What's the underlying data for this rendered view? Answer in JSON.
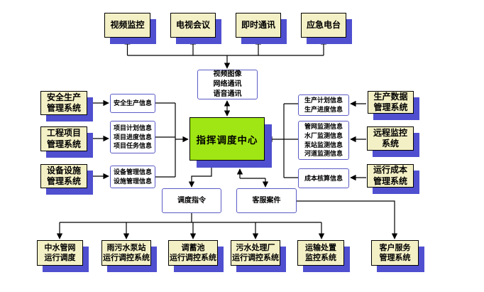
{
  "colors": {
    "box_fill": "#f4f0c6",
    "shadow": "#4f4fd0",
    "center_fill": "#a0e614",
    "info_border": "#5b5bc6",
    "line": "#000000",
    "background": "#ffffff"
  },
  "nodes": {
    "top": [
      {
        "label": "视频监控"
      },
      {
        "label": "电视会议"
      },
      {
        "label": "即时通讯"
      },
      {
        "label": "应急电台"
      }
    ],
    "comm": {
      "label": "视频图像\n网络通讯\n语音通讯"
    },
    "center": {
      "label": "指挥调度中心"
    },
    "left_systems": [
      {
        "label": "安全生产\n管理系统"
      },
      {
        "label": "工程项目\n管理系统"
      },
      {
        "label": "设备设施\n管理系统"
      }
    ],
    "left_info": [
      {
        "label": "安全生产信息"
      },
      {
        "label": "项目计划信息\n项目进度信息\n项目任务信息"
      },
      {
        "label": "设备管理信息\n设施管理信息"
      }
    ],
    "right_info": [
      {
        "label": "生产计划信息\n生产进度信息"
      },
      {
        "label": "管网监测信息\n水厂监测信息\n泵站监测信息\n河道监测信息"
      },
      {
        "label": "成本核算信息"
      }
    ],
    "right_systems": [
      {
        "label": "生产数据\n管理系统"
      },
      {
        "label": "远程监控\n系统"
      },
      {
        "label": "运行成本\n管理系统"
      }
    ],
    "dispatch": {
      "label": "调度指令"
    },
    "service": {
      "label": "客服案件"
    },
    "bottom": [
      {
        "label": "中水管网\n运行调度"
      },
      {
        "label": "雨污水泵站\n运行调控系统"
      },
      {
        "label": "调蓄池\n运行调控系统"
      },
      {
        "label": "污水处理厂\n运行调控系统"
      },
      {
        "label": "运输处置\n监控系统"
      },
      {
        "label": "客户服务\n管理系统"
      }
    ]
  }
}
